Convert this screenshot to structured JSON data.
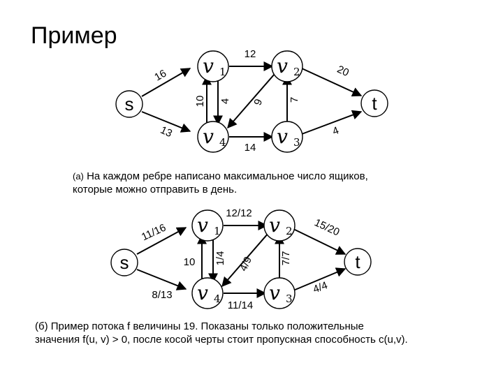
{
  "title": "Пример",
  "nodes": {
    "s": "s",
    "t": "t",
    "v1": {
      "letter": "v",
      "sub": "1"
    },
    "v2": {
      "letter": "v",
      "sub": "2"
    },
    "v3": {
      "letter": "v",
      "sub": "3"
    },
    "v4": {
      "letter": "v",
      "sub": "4"
    }
  },
  "diagram_a": {
    "edges": {
      "s_v1": "16",
      "s_v4": "13",
      "v4_v1": "10",
      "v1_v4": "4",
      "v1_v2": "12",
      "v3_v2": "7",
      "v2_v4": "9",
      "v4_v3": "14",
      "v2_t": "20",
      "v3_t": "4"
    }
  },
  "caption_a": {
    "mark": "(а)",
    "line1": "На каждом ребре написано максимальное число ящиков,",
    "line2": "которые можно отправить в день."
  },
  "diagram_b": {
    "edges": {
      "s_v1": "11/16",
      "s_v4": "8/13",
      "v4_v1": "10",
      "v1_v4": "1/4",
      "v1_v2": "12/12",
      "v3_v2": "7/7",
      "v2_v4": "4/9",
      "v4_v3": "11/14",
      "v2_t": "15/20",
      "v3_t": "4/4"
    }
  },
  "caption_b": {
    "line1": "(б) Пример потока f  величины 19. Показаны только положительные",
    "line2": "значения f(u, v) > 0, после косой черты стоит пропускная способность c(u,v)."
  }
}
